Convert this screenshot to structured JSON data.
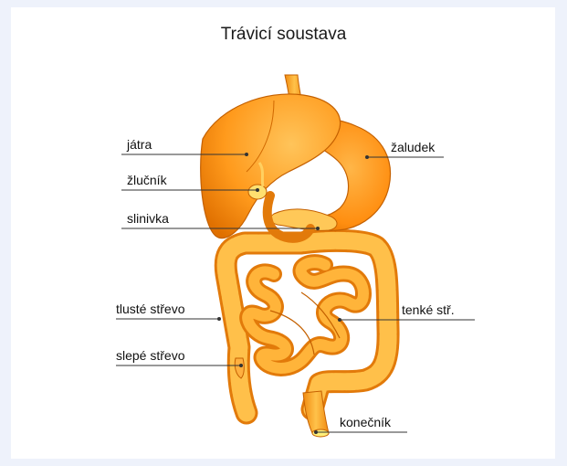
{
  "title": "Trávicí soustava",
  "labels": {
    "liver": "játra",
    "gallbladder": "žlučník",
    "pancreas": "slinivka",
    "large_intestine": "tlusté střevo",
    "appendix": "slepé střevo",
    "stomach": "žaludek",
    "small_intestine": "tenké stř.",
    "rectum": "konečník"
  },
  "colors": {
    "organ_light": "#ffd060",
    "organ_mid": "#ffa018",
    "organ_dark": "#e07000",
    "outline": "#c46000",
    "leader": "#333333"
  }
}
